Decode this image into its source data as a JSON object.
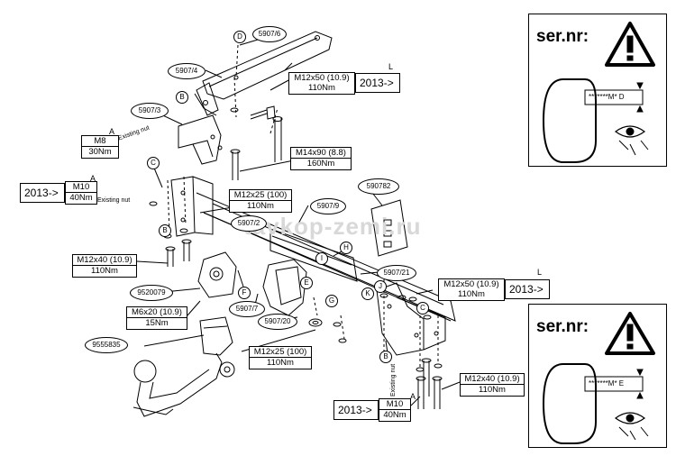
{
  "watermark": "tavkop-zemi.ru",
  "part_refs": {
    "p5907_6": "5907/6",
    "p5907_4": "5907/4",
    "p5907_3": "5907/3",
    "p590782": "590782",
    "p5907_9": "5907/9",
    "p5907_2": "5907/2",
    "p9520079": "9520079",
    "p5907_7": "5907/7",
    "p5907_20": "5907/20",
    "p5907_21": "5907/21",
    "p9555835": "9555835"
  },
  "letters": {
    "D": "D",
    "B": "B",
    "C": "C",
    "A": "A",
    "L": "L",
    "E": "E",
    "F": "F",
    "G": "G",
    "H": "H",
    "I": "I",
    "J": "J",
    "K": "K"
  },
  "torque": {
    "top_right": {
      "spec": "M12x50 (10.9)",
      "torque": "110Nm",
      "year": "2013->"
    },
    "m8": {
      "spec": "M8",
      "torque": "30Nm"
    },
    "m14": {
      "spec": "M14x90 (8.8)",
      "torque": "160Nm"
    },
    "m10_left": {
      "spec": "M10",
      "torque": "40Nm",
      "year": "2013->"
    },
    "m12x25_top": {
      "spec": "M12x25 (100)",
      "torque": "110Nm"
    },
    "m12x40_left": {
      "spec": "M12x40 (10.9)",
      "torque": "110Nm"
    },
    "m6": {
      "spec": "M6x20 (10.9)",
      "torque": "15Nm"
    },
    "m12x25_bottom": {
      "spec": "M12x25 (100)",
      "torque": "110Nm"
    },
    "m12x50_right": {
      "spec": "M12x50 (10.9)",
      "torque": "110Nm",
      "year": "2013->"
    },
    "m12x40_right": {
      "spec": "M12x40 (10.9)",
      "torque": "110Nm"
    },
    "m10_bottom": {
      "spec": "M10",
      "torque": "40Nm",
      "year": "2013->"
    }
  },
  "notes": {
    "existing_nut_1": "Existing nut",
    "existing_nut_2": "Existing nut",
    "existing_nut_3": "Existing nut"
  },
  "sernr": {
    "top": {
      "title": "ser.nr:",
      "code": "*******M* D"
    },
    "bottom": {
      "title": "ser.nr:",
      "code": "*******M* E"
    }
  }
}
